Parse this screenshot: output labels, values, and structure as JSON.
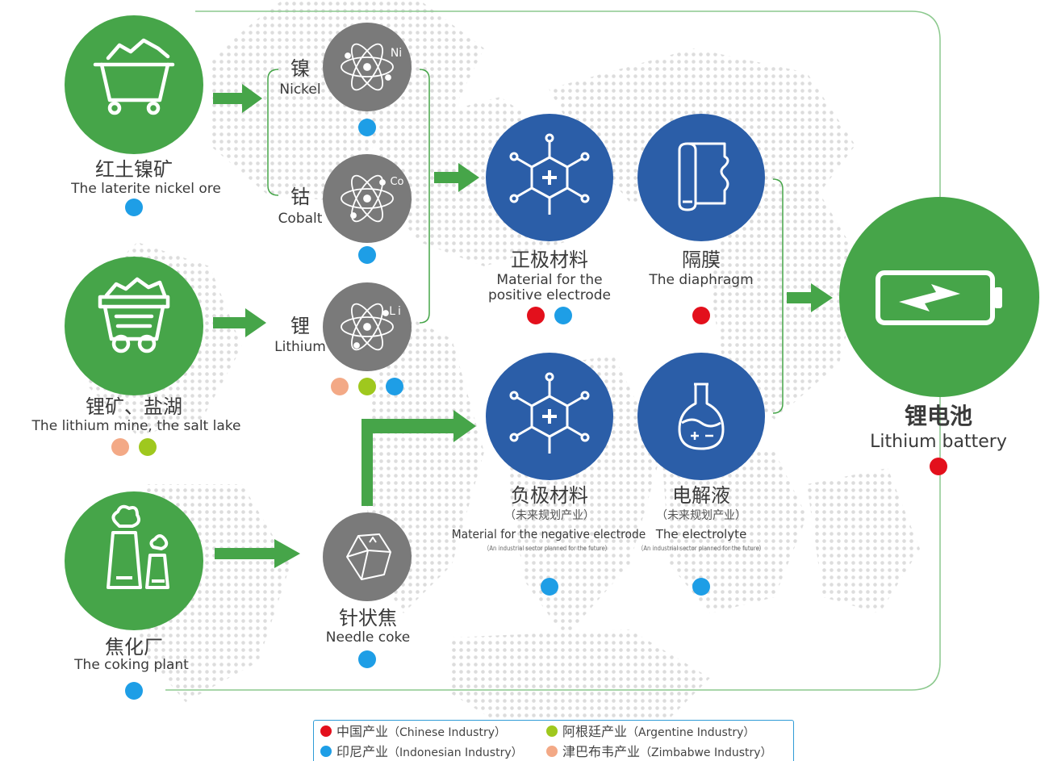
{
  "colors": {
    "green": "#46a549",
    "blue": "#2b5ea8",
    "gray": "#7a7a7a",
    "arrow": "#46a549",
    "chinese": "#e3101c",
    "indonesian": "#1e9ee6",
    "argentine": "#9fc81e",
    "zimbabwe": "#f3a986"
  },
  "sources": {
    "laterite": {
      "zh": "红土镍矿",
      "en": "The laterite nickel ore",
      "icon": "mine-cart-icon",
      "industries": [
        "indonesian"
      ]
    },
    "lithium_mine": {
      "zh": "锂矿、盐湖",
      "en": "The lithium mine, the salt lake",
      "icon": "ore-cart-icon",
      "industries": [
        "zimbabwe",
        "argentine"
      ]
    },
    "coking": {
      "zh": "焦化厂",
      "en": "The coking plant",
      "icon": "factory-chimney-icon",
      "industries": [
        "indonesian"
      ]
    }
  },
  "elements": {
    "nickel": {
      "zh": "镍",
      "en": "Nickel",
      "symbol": "Ni",
      "icon": "atom-icon",
      "industries": [
        "indonesian"
      ]
    },
    "cobalt": {
      "zh": "钴",
      "en": "Cobalt",
      "symbol": "Co",
      "icon": "atom-icon",
      "industries": [
        "indonesian"
      ]
    },
    "lithium": {
      "zh": "锂",
      "en": "Lithium",
      "symbol": "Li",
      "icon": "atom-icon",
      "industries": [
        "zimbabwe",
        "argentine",
        "indonesian"
      ]
    },
    "needle_coke": {
      "zh": "针状焦",
      "en": "Needle coke",
      "icon": "coke-rock-icon",
      "industries": [
        "indonesian"
      ]
    }
  },
  "materials": {
    "positive": {
      "zh": "正极材料",
      "en_line1": "Material for the",
      "en_line2": "positive electrode",
      "icon": "molecule-icon",
      "industries": [
        "chinese",
        "indonesian"
      ]
    },
    "diaphragm": {
      "zh": "隔膜",
      "en": "The diaphragm",
      "icon": "film-roll-icon",
      "industries": [
        "chinese"
      ]
    },
    "negative": {
      "zh": "负极材料",
      "note": "（未来规划产业）",
      "en": "Material for the negative electrode",
      "note_en": "（An industrial sector planned for the future）",
      "icon": "molecule-icon",
      "industries": [
        "indonesian"
      ]
    },
    "electrolyte": {
      "zh": "电解液",
      "note": "（未来规划产业）",
      "en": "The electrolyte",
      "note_en": "（An industrial sector planned for the future）",
      "icon": "flask-icon",
      "industries": [
        "indonesian"
      ]
    }
  },
  "product": {
    "zh": "锂电池",
    "en": "Lithium battery",
    "icon": "battery-icon",
    "industries": [
      "chinese"
    ]
  },
  "legend": {
    "chinese": {
      "zh": "中国产业",
      "en": "（Chinese Industry）"
    },
    "indonesian": {
      "zh": "印尼产业",
      "en": "（Indonesian Industry）"
    },
    "argentine": {
      "zh": "阿根廷产业",
      "en": "（Argentine Industry）"
    },
    "zimbabwe": {
      "zh": "津巴布韦产业",
      "en": "（Zimbabwe Industry）"
    }
  }
}
